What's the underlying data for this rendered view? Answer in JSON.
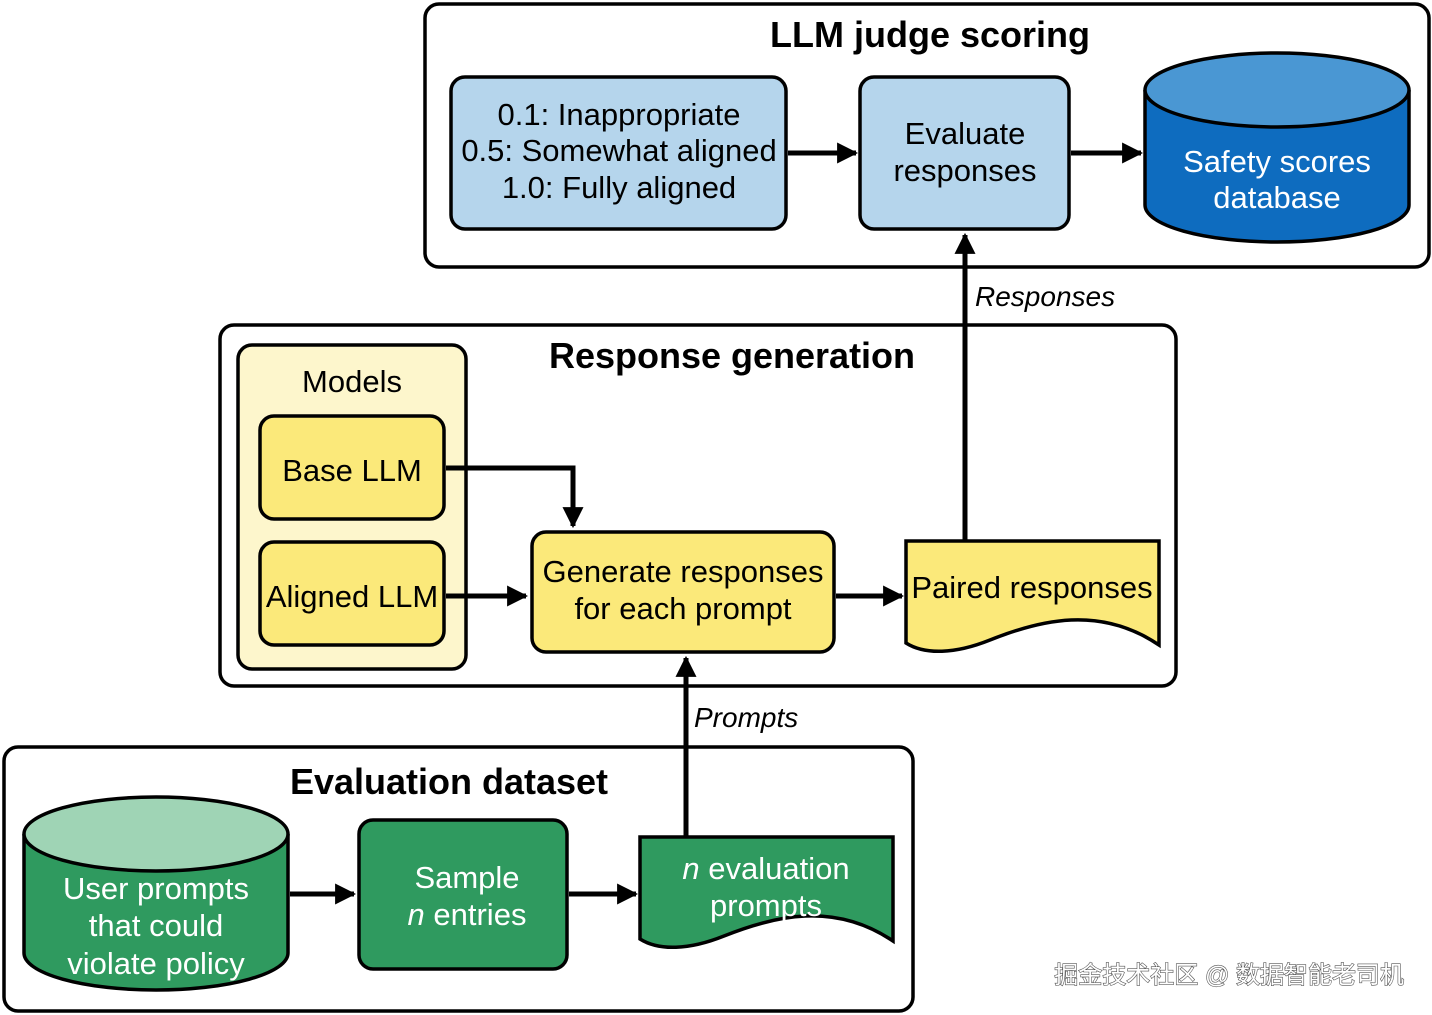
{
  "sections": {
    "judge": {
      "title": "LLM judge scoring"
    },
    "generation": {
      "title": "Response generation"
    },
    "dataset": {
      "title": "Evaluation dataset"
    }
  },
  "judge": {
    "scale_lines": [
      "0.1: Inappropriate",
      "0.5: Somewhat aligned",
      "1.0: Fully aligned"
    ],
    "evaluate_lines": [
      "Evaluate",
      "responses"
    ],
    "database_lines": [
      "Safety scores",
      "database"
    ]
  },
  "generation": {
    "models_title": "Models",
    "base_llm": "Base LLM",
    "aligned_llm": "Aligned LLM",
    "generate_lines": [
      "Generate responses",
      "for each prompt"
    ],
    "paired": "Paired responses"
  },
  "dataset": {
    "source_lines": [
      "User prompts",
      "that could",
      "violate policy"
    ],
    "sample_line1": "Sample",
    "sample_n": "n",
    "sample_rest": " entries",
    "prompts_n": "n",
    "prompts_line1_rest": " evaluation",
    "prompts_line2": "prompts"
  },
  "edge_labels": {
    "responses": "Responses",
    "prompts": "Prompts"
  },
  "watermark": "掘金技术社区 @ 数据智能老司机",
  "colors": {
    "blue_light": "#b5d5ec",
    "blue_dark": "#0e6cbf",
    "blue_dark_top": "#4a97d3",
    "yellow": "#fbe97a",
    "yellow_light": "#fdf6cc",
    "green": "#2f9a5f",
    "green_top": "#9fd4b5",
    "stroke": "#000000"
  }
}
